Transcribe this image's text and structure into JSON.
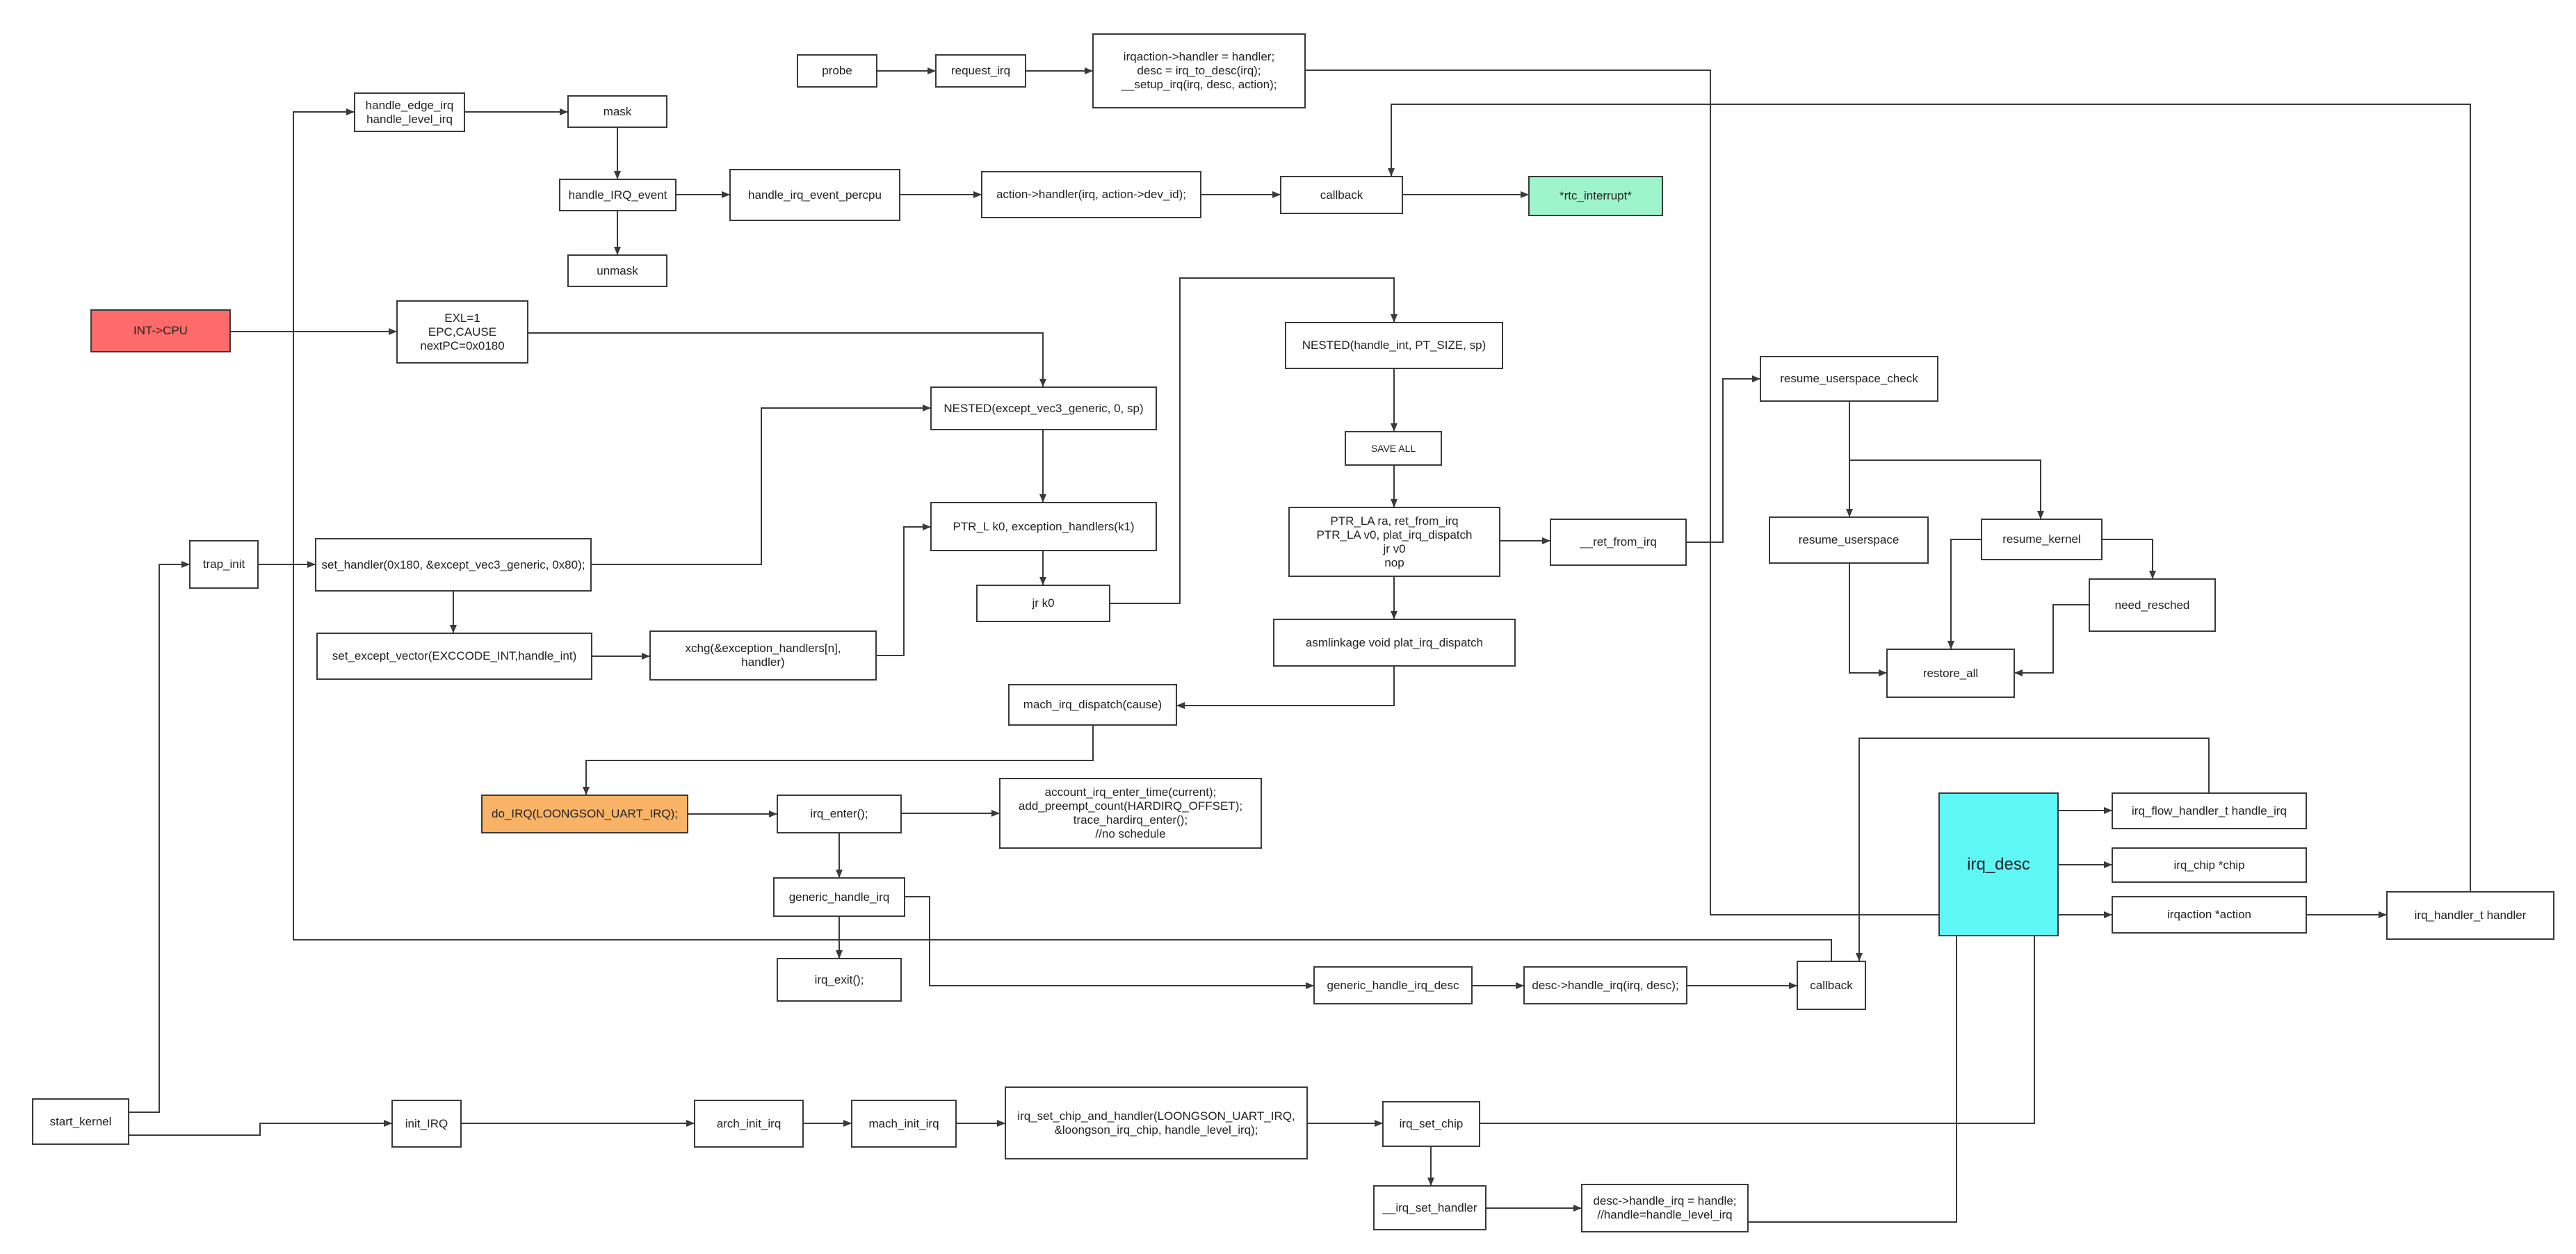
{
  "colors": {
    "line": "#3a3a3a",
    "int_cpu": "#ff6b6b",
    "rtc_interrupt": "#9ff5cb",
    "do_irq": "#f8b366",
    "irq_desc": "#5ff6f6"
  },
  "nodes": {
    "probe": "probe",
    "request_irq": "request_irq",
    "irqaction_setup": "irqaction->handler = handler;\ndesc = irq_to_desc(irq);\n__setup_irq(irq, desc, action);",
    "handle_edge_level": "handle_edge_irq\nhandle_level_irq",
    "mask": "mask",
    "handle_irq_event": "handle_IRQ_event",
    "handle_irq_event_percpu": "handle_irq_event_percpu",
    "action_handler": "action->handler(irq, action->dev_id);",
    "callback_top": "callback",
    "rtc_interrupt": "*rtc_interrupt*",
    "unmask": "unmask",
    "int_cpu": "INT->CPU",
    "exl": "EXL=1\nEPC,CAUSE\nnextPC=0x0180",
    "nested_handle_int": "NESTED(handle_int, PT_SIZE, sp)",
    "nested_except": "NESTED(except_vec3_generic, 0, sp)",
    "save_all": "SAVE ALL",
    "resume_userspace_check": "resume_userspace_check",
    "trap_init": "trap_init",
    "set_handler": "set_handler(0x180, &except_vec3_generic, 0x80);",
    "ptr_l": "PTR_L    k0, exception_handlers(k1)",
    "ptr_la": "PTR_LA  ra, ret_from_irq\nPTR_LA  v0, plat_irq_dispatch\njr        v0\nnop",
    "ret_from_irq": "__ret_from_irq",
    "resume_userspace": "resume_userspace",
    "resume_kernel": "resume_kernel",
    "jr_k0": "jr       k0",
    "need_resched": "need_resched",
    "set_except_vector": "set_except_vector(EXCCODE_INT,handle_int)",
    "xchg": "xchg(&exception_handlers[n],\nhandler)",
    "plat_irq_dispatch": "asmlinkage void plat_irq_dispatch",
    "restore_all": "restore_all",
    "mach_irq_dispatch": "mach_irq_dispatch(cause)",
    "do_irq": "do_IRQ(LOONGSON_UART_IRQ);",
    "irq_enter": "irq_enter();",
    "account_irq": "account_irq_enter_time(current);\nadd_preempt_count(HARDIRQ_OFFSET);\ntrace_hardirq_enter();\n//no schedule",
    "irq_desc": "irq_desc",
    "irq_flow_handler": "irq_flow_handler_t     handle_irq",
    "irq_chip": "irq_chip   *chip",
    "generic_handle_irq": "generic_handle_irq",
    "irqaction_action": "irqaction   *action",
    "irq_handler_t": "irq_handler_t   handler",
    "irq_exit": "irq_exit();",
    "generic_handle_irq_desc": "generic_handle_irq_desc",
    "desc_handle_irq": "desc->handle_irq(irq, desc);",
    "callback_bottom": "callback",
    "start_kernel": "start_kernel",
    "init_irq": "init_IRQ",
    "arch_init_irq": "arch_init_irq",
    "mach_init_irq": "mach_init_irq",
    "irq_set_chip_and_handler": "irq_set_chip_and_handler(LOONGSON_UART_IRQ,\n&loongson_irq_chip, handle_level_irq);",
    "irq_set_chip": "irq_set_chip",
    "irq_set_handler": "__irq_set_handler",
    "desc_handle_assign": "desc->handle_irq = handle;\n//handle=handle_level_irq"
  }
}
